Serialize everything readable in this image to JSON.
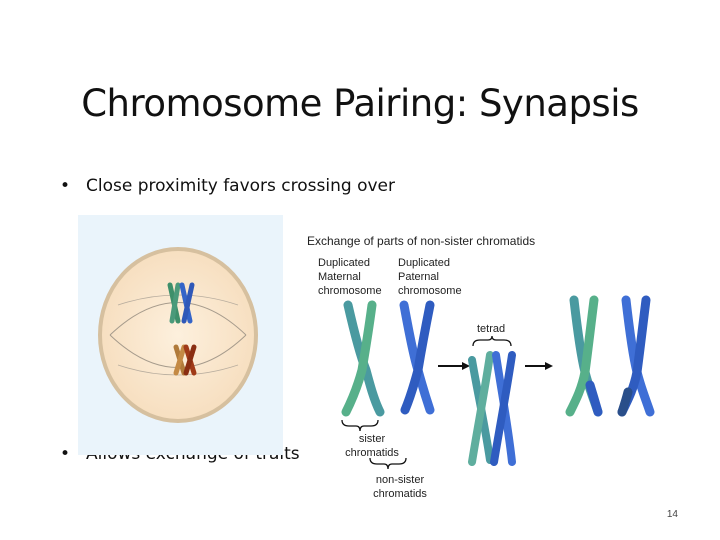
{
  "slide": {
    "title": "Chromosome Pairing: Synapsis",
    "bullets": [
      {
        "marker": "•",
        "text": "Close proximity favors crossing over"
      },
      {
        "marker": "•",
        "text": "Allows exchange of traits"
      }
    ],
    "page_number": "14"
  },
  "diagram": {
    "caption": "Exchange of parts of non-sister chromatids",
    "maternal_label": [
      "Duplicated",
      "Maternal",
      "chromosome"
    ],
    "paternal_label": [
      "Duplicated",
      "Paternal",
      "chromosome"
    ],
    "tetrad_label": "tetrad",
    "sister_label": [
      "sister",
      "chromatids"
    ],
    "nonsister_label": [
      "non-sister",
      "chromatids"
    ]
  },
  "colors": {
    "maternal": "#4a9aa0",
    "maternal_light": "#6cc18a",
    "paternal": "#3f6fd6",
    "paternal_dark": "#2848a8",
    "cell_fill": "#fbe9d2",
    "cell_border": "#d9c3a6",
    "box_bg": "#eaf4fb"
  }
}
